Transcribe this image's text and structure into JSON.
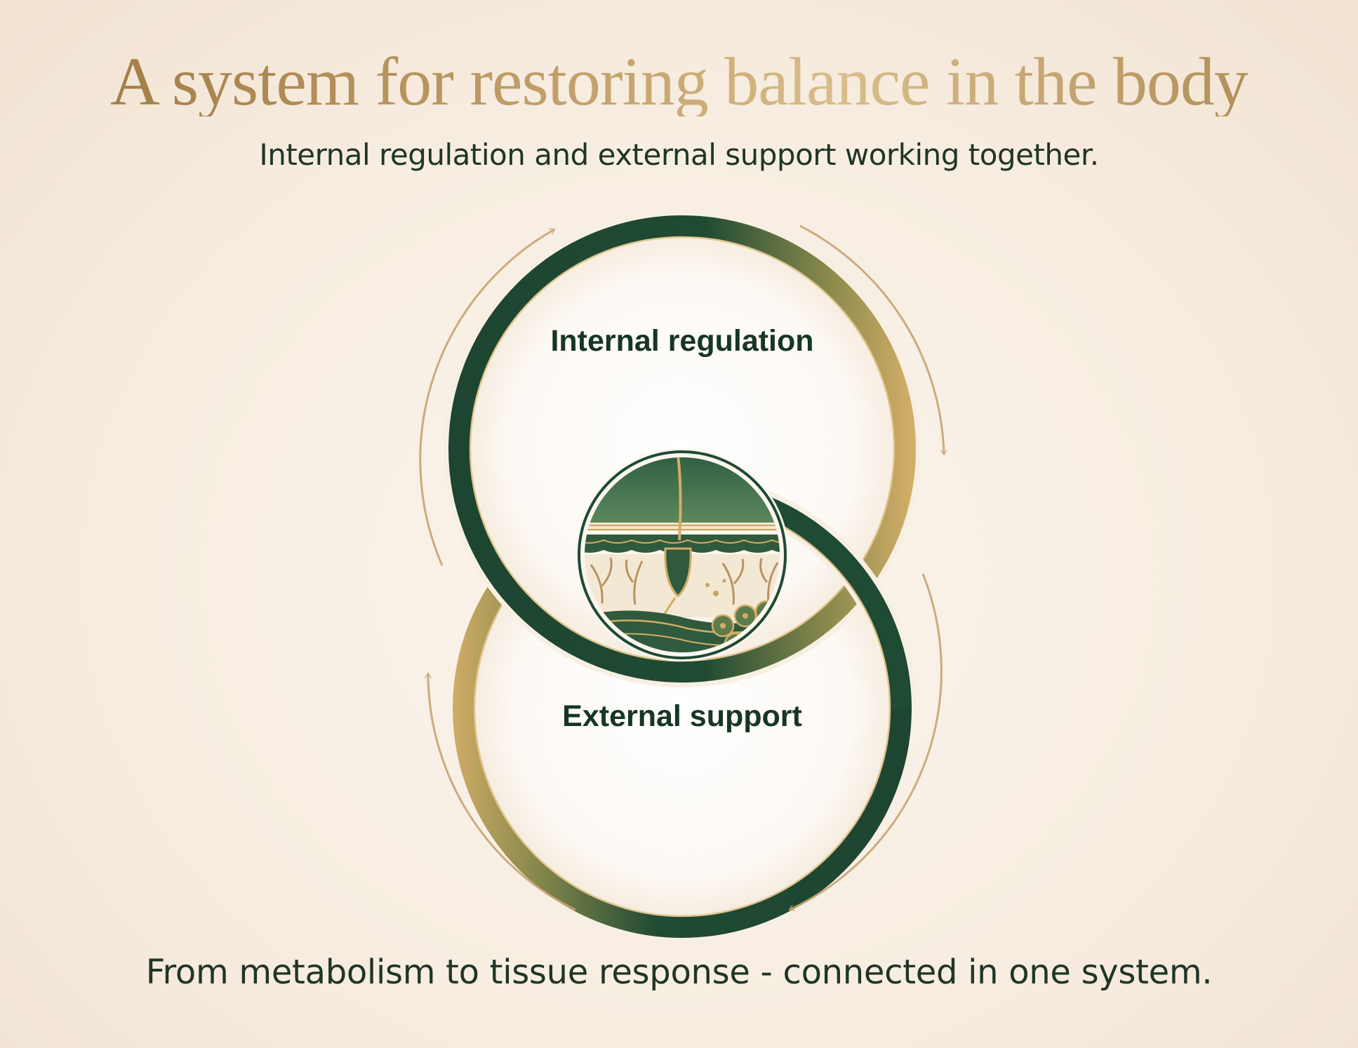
{
  "title": "A system for restoring balance in the body",
  "subtitle": "Internal regulation and external support working together.",
  "diagram": {
    "top_label": "Internal regulation",
    "bottom_label": "External support",
    "center_icon": "skin-cross-section-icon",
    "colors": {
      "green": "#1f4a33",
      "gold": "#c9a25e",
      "arrow_gold": "#c7a473",
      "background": "#f7ede1"
    }
  },
  "footer": "From metabolism to tissue response - connected in one system."
}
